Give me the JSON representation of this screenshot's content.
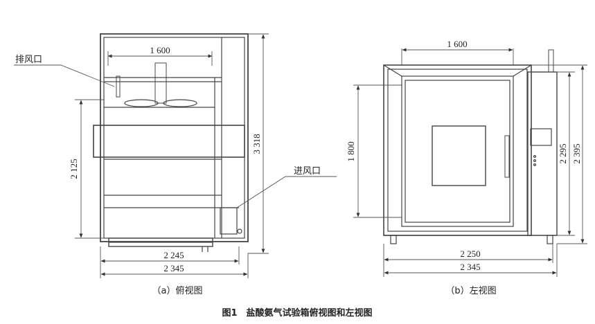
{
  "figure": {
    "title": "图1　盐酸氨气试验箱俯视图和左视图"
  },
  "top_view": {
    "caption": "（a）俯视图",
    "labels": {
      "exhaust": "排风口",
      "inlet": "进风口"
    },
    "dimensions": {
      "inner_width_top": "1 600",
      "height_2125": "2 125",
      "height_3318": "3 318",
      "width_2245": "2 245",
      "width_2345": "2 345"
    }
  },
  "side_view": {
    "caption": "（b）左视图",
    "dimensions": {
      "top_width": "1 600",
      "height_1800": "1 800",
      "height_2295": "2 295",
      "height_2395": "2 395",
      "width_2250": "2 250",
      "width_2345": "2 345"
    }
  }
}
